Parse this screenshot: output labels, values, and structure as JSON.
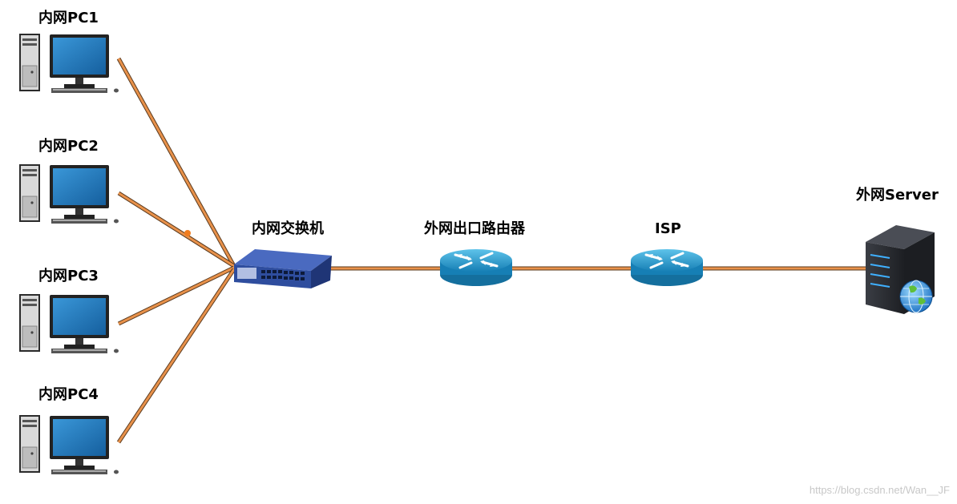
{
  "nodes": {
    "pc1": {
      "label": "内网PC1"
    },
    "pc2": {
      "label": "内网PC2"
    },
    "pc3": {
      "label": "内网PC3"
    },
    "pc4": {
      "label": "内网PC4"
    },
    "switch": {
      "label": "内网交换机"
    },
    "router": {
      "label": "外网出口路由器"
    },
    "isp": {
      "label": "ISP"
    },
    "server": {
      "label": "外网Server"
    }
  },
  "links": [
    {
      "from": "pc1",
      "to": "switch"
    },
    {
      "from": "pc2",
      "to": "switch"
    },
    {
      "from": "pc3",
      "to": "switch"
    },
    {
      "from": "pc4",
      "to": "switch"
    },
    {
      "from": "switch",
      "to": "router"
    },
    {
      "from": "router",
      "to": "isp"
    },
    {
      "from": "isp",
      "to": "server"
    }
  ],
  "colors": {
    "cable": "#e8914a",
    "cable_edge": "#5a3a1e",
    "switch_body": "#2e4d9e",
    "router_body": "#1f8fc4",
    "monitor_screen": "#1c72b8"
  },
  "watermark": "https://blog.csdn.net/Wan__JF"
}
